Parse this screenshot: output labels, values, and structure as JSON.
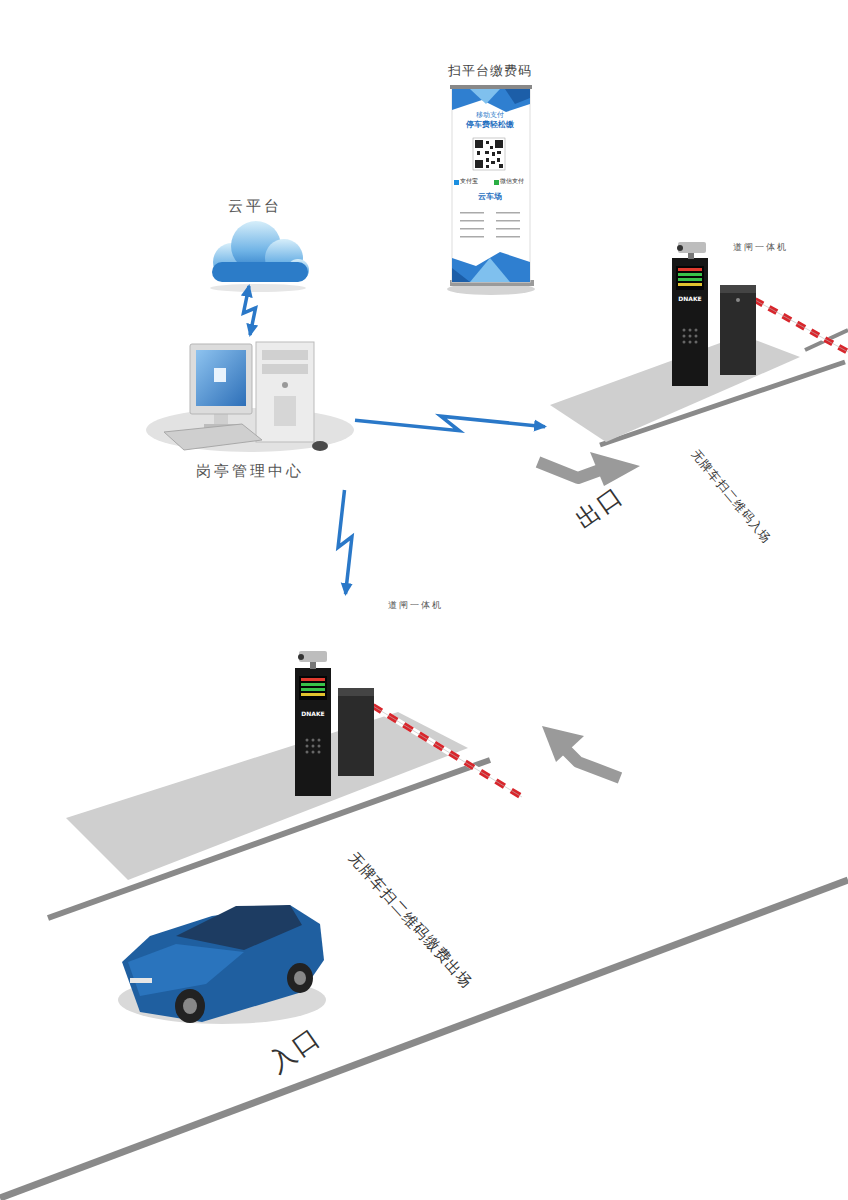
{
  "diagram": {
    "nodes": [
      {
        "text": [
          "扫平台缴费码",
          "移动支付",
          "停车费轻松缴",
          "支付宝",
          "微信支付",
          "云车场"
        ]
      },
      {
        "text": [
          "云平台"
        ]
      },
      {
        "text": [
          "岗亭管理中心"
        ]
      },
      {
        "text": [
          "道闸一体机",
          "DNAKE"
        ]
      },
      {
        "text": [
          "道闸一体机",
          "DNAKE"
        ]
      }
    ],
    "edges": [
      {
        "from": 1,
        "to": 2,
        "arrow": "both"
      },
      {
        "from": 2,
        "to": 3,
        "arrow": "to"
      },
      {
        "from": 2,
        "to": 4,
        "arrow": "to"
      }
    ],
    "labels": [
      "出口",
      "无牌车扫二维码入场",
      "无牌车扫二维码缴费出场",
      "入口"
    ]
  }
}
